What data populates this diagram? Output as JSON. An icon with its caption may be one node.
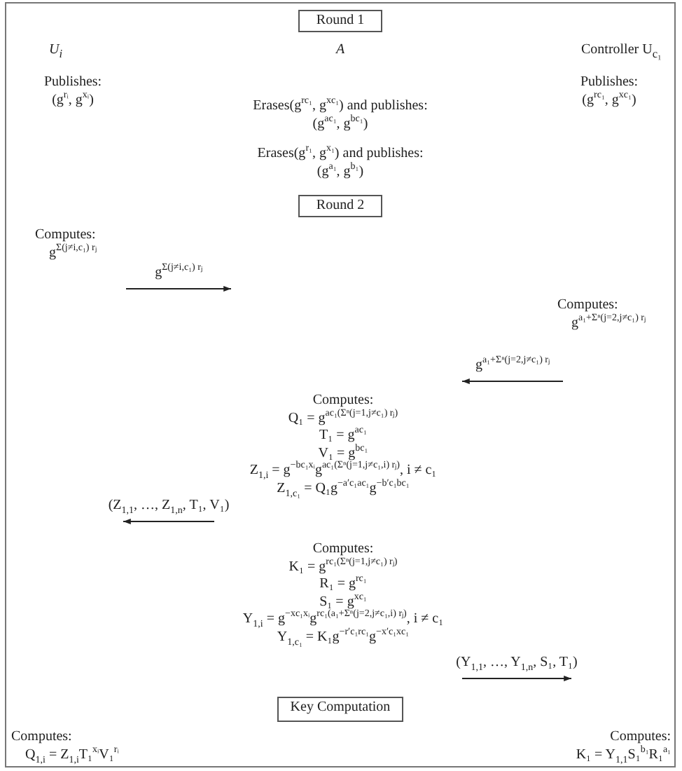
{
  "diagram": {
    "nodes": [
      {
        "text": [
          "Round 1"
        ]
      },
      {
        "text": [
          "Publishes:",
          "(g$^{rᵢ}$, g$^{xᵢ}$)"
        ]
      },
      {
        "text": [
          "Erases(g$^{rc₁}$, g$^{xc₁}$) and publishes:(g$^{ac₁}$, g$^{bc₁}$)"
        ]
      },
      {
        "text": [
          "Erases(g$^{r₁}$, g$^{x₁}$) and publishes:(g$^{a₁}$, g$^{b₁}$)"
        ]
      },
      {
        "text": [
          "Publishes:",
          "(g$^{rc₁}$, g$^{xc₁}$)"
        ]
      },
      {
        "text": [
          "Round 2"
        ]
      },
      {
        "text": [
          "Computes:",
          "g$^{Σ(j≠i,c₁) rⱼ}$"
        ]
      },
      {
        "text": [
          "Computes:",
          "g$^{a₁+Σⁿ(j=2,j≠c₁) rⱼ}$"
        ]
      },
      {
        "text": [
          "Computes:",
          "Q₁ = g$^{ac₁(Σⁿ(j=1,j≠c₁) rⱼ)}$",
          "T₁ = g$^{ac₁}$",
          "V₁ = g$^{bc₁}$",
          "Z$_{1,i}$ = g$^{−bc₁xᵢ}$g$^{ac₁(Σⁿ(j=1,j≠c₁,i) rⱼ)}$, i ≠ c₁",
          "Z$_{1,c₁}$ = Q₁g$^{−a′c₁ac₁}$g$^{−b′c₁bc₁}$"
        ]
      },
      {
        "text": [
          "Computes:",
          "K₁ = g$^{rc₁(Σⁿ(j=1,j≠c₁) rⱼ)}$",
          "R₁ = g$^{rc₁}$",
          "S₁ = g$^{xc₁}$",
          "Y$_{1,i}$ = g$^{−xc₁xᵢ}$g$^{rc₁(a₁+Σⁿ(j=2,j≠c₁,i) rⱼ)}$, i ≠ c₁",
          "Y$_{1,c₁}$ = K₁g$^{−r′c₁rc₁}$g$^{−x′c₁xc₁}$"
        ]
      },
      {
        "text": [
          "Key Computation"
        ]
      },
      {
        "text": [
          "Computes:",
          "Q$_{1,i}$ = Z$_{1,i}$T₁$^{xᵢ}$V₁$^{rᵢ}$"
        ]
      },
      {
        "text": [
          "Computes:",
          "K₁ = Y$_{1,1}$S₁$^{b₁}$R₁$^{a₁}$"
        ]
      }
    ],
    "labels": [
      "U$_{i}$",
      "A",
      "Controller U$_{c₁}$",
      "g$^{Σ(j≠i,c₁) rⱼ}$",
      "g$^{a₁+Σⁿ(j=2,j≠c₁) rⱼ}$",
      "(Z$_{1,1}$, …, Z$_{1,n}$, T₁, V₁)",
      "(Y$_{1,1}$, …, Y$_{1,n}$, S₁, T₁)"
    ]
  }
}
